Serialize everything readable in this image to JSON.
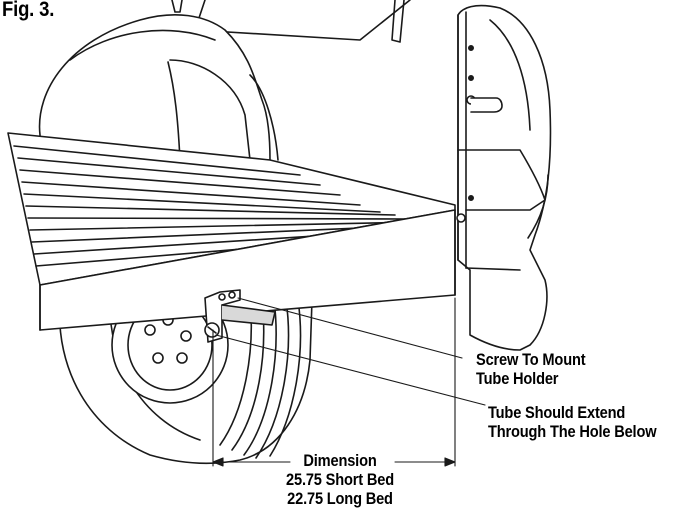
{
  "figure": {
    "title": "Fig. 3.",
    "callouts": {
      "screw": [
        "Screw To Mount",
        "Tube Holder"
      ],
      "tube": [
        "Tube Should Extend",
        "Through The Hole Below"
      ],
      "dimension": [
        "Dimension",
        "25.75 Short Bed",
        "22.75 Long Bed"
      ]
    }
  },
  "colors": {
    "line": "#1a1a1a",
    "fill": "#ffffff",
    "shade": "#d9d9d9"
  }
}
